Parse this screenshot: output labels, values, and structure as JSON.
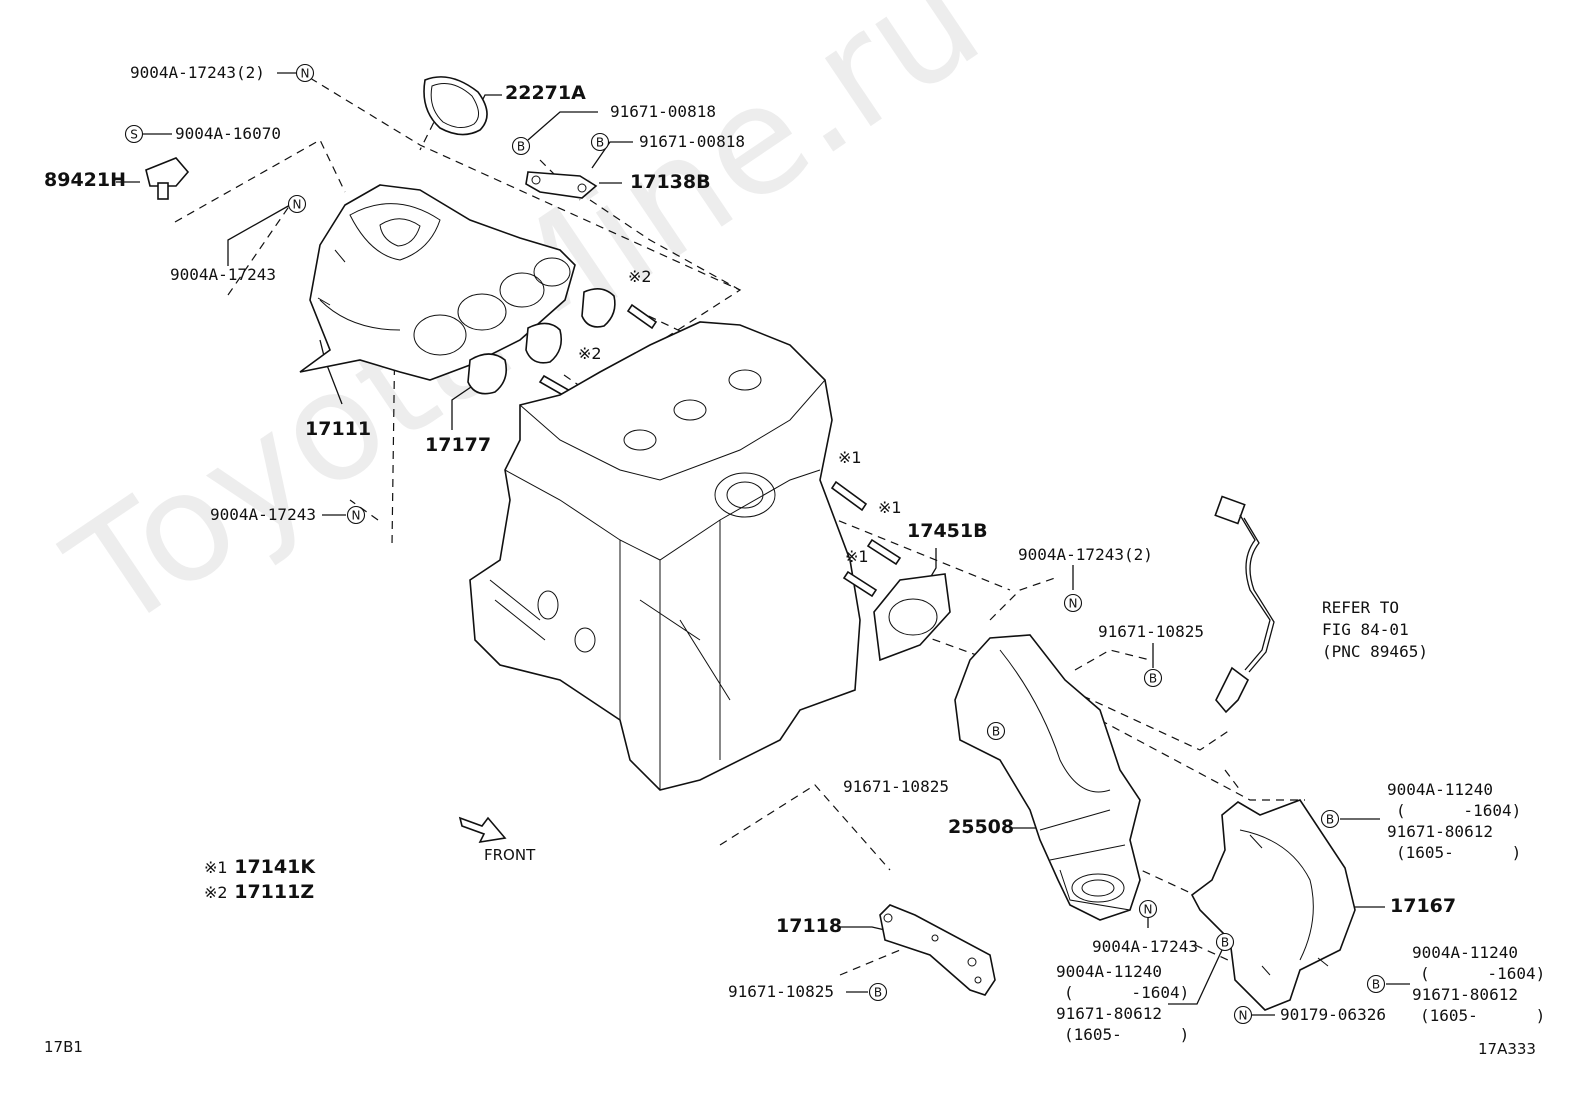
{
  "watermark": "ToyotaMine.ru",
  "corner_left": "17B1",
  "corner_right": "17A333",
  "front_label": "FRONT",
  "refer": {
    "line1": "REFER TO",
    "line2": "FIG 84-01",
    "line3": "(PNC 89465)"
  },
  "legend": [
    {
      "mark": "※1",
      "part": "17141K"
    },
    {
      "mark": "※2",
      "part": "17111Z"
    }
  ],
  "bubbles": {
    "N": "N",
    "S": "S",
    "B": "B"
  },
  "marks": {
    "m1": "※1",
    "m2": "※2"
  },
  "labels": {
    "p9004A_17243_2_top": "9004A-17243(2)",
    "p9004A_16070": "9004A-16070",
    "p89421H": "89421H",
    "p22271A": "22271A",
    "p91671_00818_a": "91671-00818",
    "p91671_00818_b": "91671-00818",
    "p17138B": "17138B",
    "p9004A_17243_mid": "9004A-17243",
    "p17111": "17111",
    "p17177": "17177",
    "p9004A_17243_left": "9004A-17243",
    "p17451B": "17451B",
    "p9004A_17243_2_right": "9004A-17243(2)",
    "p91671_10825_top": "91671-10825",
    "p91671_10825_mid": "91671-10825",
    "p25508": "25508",
    "p9004A_11240_a": "9004A-11240",
    "p1604_a": "(      -1604)",
    "p91671_80612_a": "91671-80612",
    "p1605_a": "(1605-      )",
    "p17167": "17167",
    "p17118": "17118",
    "p9004A_17243_bottom": "9004A-17243",
    "p9004A_11240_b": "9004A-11240",
    "p1604_b": "(      -1604)",
    "p91671_80612_b": "91671-80612",
    "p1605_b": "(1605-      )",
    "p91671_10825_bottom": "91671-10825",
    "p9004A_11240_c": "9004A-11240",
    "p1604_c": "(      -1604)",
    "p91671_80612_c": "91671-80612",
    "p1605_c": "(1605-      )",
    "p90179_06326": "90179-06326"
  }
}
